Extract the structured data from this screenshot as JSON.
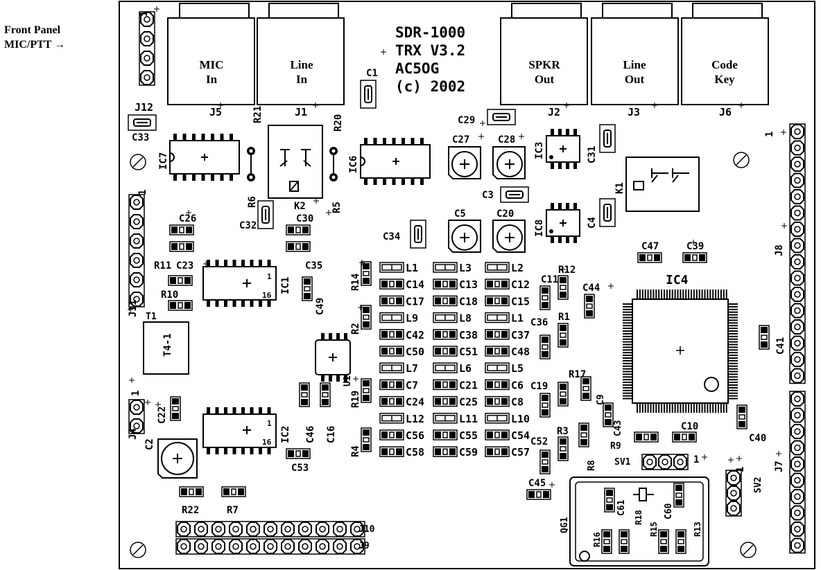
{
  "side_label": {
    "line1": "Front Panel",
    "line2": "MIC/PTT →"
  },
  "title": {
    "line1": "SDR-1000",
    "line2": "TRX V3.2",
    "line3": "AC5OG",
    "line4": "(c) 2002"
  },
  "jacks": [
    {
      "id": "J5",
      "line1": "MIC",
      "line2": "In"
    },
    {
      "id": "J1",
      "line1": "Line",
      "line2": "In"
    },
    {
      "id": "J2",
      "line1": "SPKR",
      "line2": "Out"
    },
    {
      "id": "J3",
      "line1": "Line",
      "line2": "Out"
    },
    {
      "id": "J6",
      "line1": "Code",
      "line2": "Key"
    }
  ],
  "ics": {
    "IC7": "IC7",
    "IC6": "IC6",
    "IC1": "IC1",
    "IC2": "IC2",
    "IC3": "IC3",
    "IC8": "IC8",
    "IC4": "IC4",
    "U1": "U1"
  },
  "relays": {
    "K2": "K2",
    "K1": "K1"
  },
  "connectors": {
    "J12": "J12",
    "J11": "J11",
    "J4": "J4",
    "J8": "J8",
    "J7": "J7",
    "J9": "J9",
    "J10": "J10",
    "SV1": "SV1",
    "SV2": "SV2",
    "T1": "T1",
    "T1_body": "T4-1",
    "QG1": "QG1"
  },
  "grid_rows": [
    [
      "L1",
      "L3",
      "L2"
    ],
    [
      "C14",
      "C13",
      "C12"
    ],
    [
      "C17",
      "C18",
      "C15"
    ],
    [
      "L9",
      "L8",
      "L1"
    ],
    [
      "C42",
      "C38",
      "C37"
    ],
    [
      "C50",
      "C51",
      "C48"
    ],
    [
      "L7",
      "L6",
      "L5"
    ],
    [
      "C7",
      "C21",
      "C6"
    ],
    [
      "C24",
      "C25",
      "C8"
    ],
    [
      "L12",
      "L11",
      "L10"
    ],
    [
      "C56",
      "C55",
      "C54"
    ],
    [
      "C58",
      "C59",
      "C57"
    ]
  ],
  "labels": {
    "C1": "C1",
    "C29": "C29",
    "C27": "C27",
    "C28": "C28",
    "C31": "C31",
    "C3": "C3",
    "C5": "C5",
    "C20": "C20",
    "C4": "C4",
    "C33": "C33",
    "C26": "C26",
    "C23": "C23",
    "C30": "C30",
    "C32": "C32",
    "C35": "C35",
    "C49": "C49",
    "C34": "C34",
    "C47": "C47",
    "C39": "C39",
    "C11": "C11",
    "C44": "C44",
    "C36": "C36",
    "C41": "C41",
    "C19": "C19",
    "C9": "C9",
    "C43": "C43",
    "C10": "C10",
    "C40": "C40",
    "C52": "C52",
    "C45": "C45",
    "C22": "C22",
    "C2": "C2",
    "C46": "C46",
    "C16": "C16",
    "C53": "C53",
    "C61": "C61",
    "C60": "C60",
    "R21": "R21",
    "R20": "R20",
    "R6": "R6",
    "R5": "R5",
    "R11": "R11",
    "R10": "R10",
    "R14": "R14",
    "R2": "R2",
    "R19": "R19",
    "R4": "R4",
    "R12": "R12",
    "R1": "R1",
    "R17": "R17",
    "R3": "R3",
    "R9": "R9",
    "R8": "R8",
    "R22": "R22",
    "R7": "R7",
    "R16": "R16",
    "R18": "R18",
    "R15": "R15",
    "R13": "R13",
    "pin1": "1",
    "pin16": "16"
  }
}
